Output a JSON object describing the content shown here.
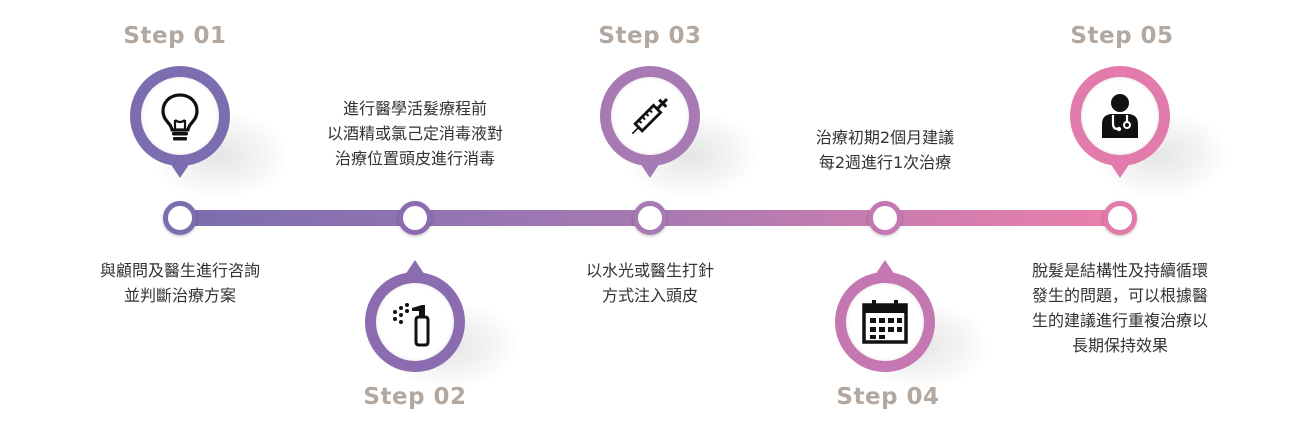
{
  "colors": {
    "step1": "#7b6db0",
    "step2": "#8b6cb0",
    "step3": "#a77ab3",
    "step4": "#c577b1",
    "step5": "#e27bab",
    "step_label": "#b2a8a0",
    "text": "#333333"
  },
  "steps": [
    {
      "label": "Step 01",
      "icon": "lightbulb-icon",
      "desc": [
        "與顧問及醫生進行咨詢",
        "並判斷治療方案"
      ]
    },
    {
      "label": "Step 02",
      "icon": "spray-bottle-icon",
      "desc": [
        "進行醫學活髮療程前",
        "以酒精或氯己定消毒液對",
        "治療位置頭皮進行消毒"
      ]
    },
    {
      "label": "Step 03",
      "icon": "syringe-icon",
      "desc": [
        "以水光或醫生打針",
        "方式注入頭皮"
      ]
    },
    {
      "label": "Step 04",
      "icon": "calendar-icon",
      "desc": [
        "治療初期2個月建議",
        "每2週進行1次治療"
      ]
    },
    {
      "label": "Step 05",
      "icon": "doctor-icon",
      "desc": [
        "脫髮是結構性及持續循環",
        "發生的問題，可以根據醫",
        "生的建議進行重複治療以",
        "長期保持效果"
      ]
    }
  ]
}
